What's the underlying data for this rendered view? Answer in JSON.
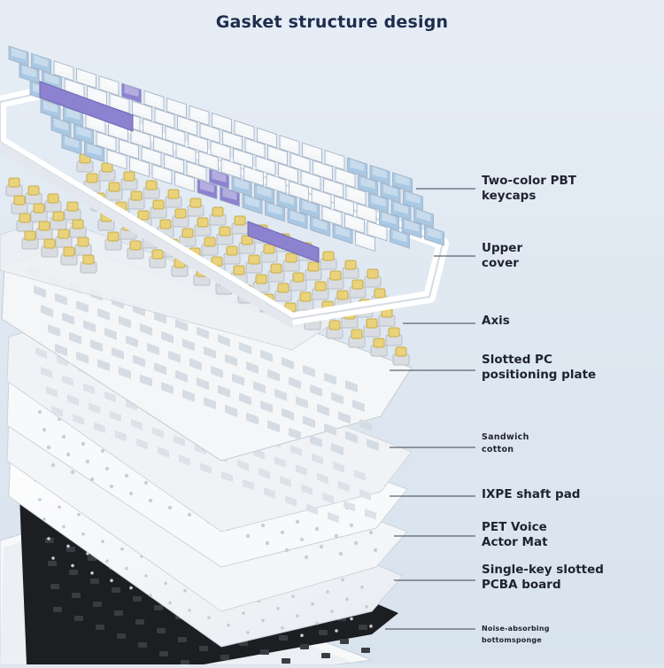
{
  "title": "Gasket structure design",
  "labels": [
    {
      "key": "keycaps",
      "lines": [
        "Two-color PBT",
        "keycaps"
      ]
    },
    {
      "key": "upper-cover",
      "lines": [
        "Upper",
        "cover"
      ]
    },
    {
      "key": "axis",
      "lines": [
        "Axis"
      ]
    },
    {
      "key": "plate",
      "lines": [
        "Slotted PC",
        "positioning plate"
      ]
    },
    {
      "key": "sandwich",
      "lines": [
        "Sandwich",
        "cotton"
      ]
    },
    {
      "key": "ixpe",
      "lines": [
        "IXPE shaft pad"
      ]
    },
    {
      "key": "pet",
      "lines": [
        "PET Voice",
        "Actor Mat"
      ]
    },
    {
      "key": "pcba",
      "lines": [
        "Single-key slotted",
        "PCBA board"
      ]
    },
    {
      "key": "sponge",
      "lines": [
        "Noise-absorbing",
        "bottomsponge"
      ]
    }
  ],
  "colors": {
    "background": "#dfe8f1",
    "keycap_white": "#f4f6f8",
    "keycap_blue": "#a9c8e4",
    "keycap_purple": "#8c82d0",
    "switch_yellow": "#e9d27a",
    "sponge_black": "#1d1e22"
  }
}
